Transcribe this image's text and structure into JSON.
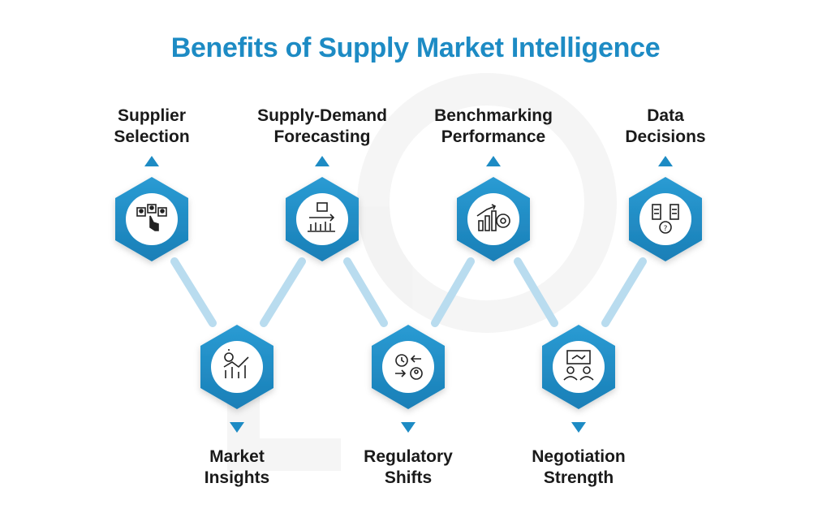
{
  "title": "Benefits of Supply Market Intelligence",
  "colors": {
    "title": "#1d8bc4",
    "hex_dark": "#1a7fb7",
    "hex_light": "#2a9bd3",
    "connector": "#b9dcef",
    "arrow": "#1d8bc4",
    "label": "#1a1a1a"
  },
  "top_items": [
    {
      "line1": "Supplier",
      "line2": "Selection",
      "icon": "supplier-selection-icon"
    },
    {
      "line1": "Supply-Demand",
      "line2": "Forecasting",
      "icon": "forecasting-icon"
    },
    {
      "line1": "Benchmarking",
      "line2": "Performance",
      "icon": "benchmarking-icon"
    },
    {
      "line1": "Data",
      "line2": "Decisions",
      "icon": "data-decisions-icon"
    }
  ],
  "bottom_items": [
    {
      "line1": "Market",
      "line2": "Insights",
      "icon": "market-insights-icon"
    },
    {
      "line1": "Regulatory",
      "line2": "Shifts",
      "icon": "regulatory-shifts-icon"
    },
    {
      "line1": "Negotiation",
      "line2": "Strength",
      "icon": "negotiation-icon"
    }
  ]
}
